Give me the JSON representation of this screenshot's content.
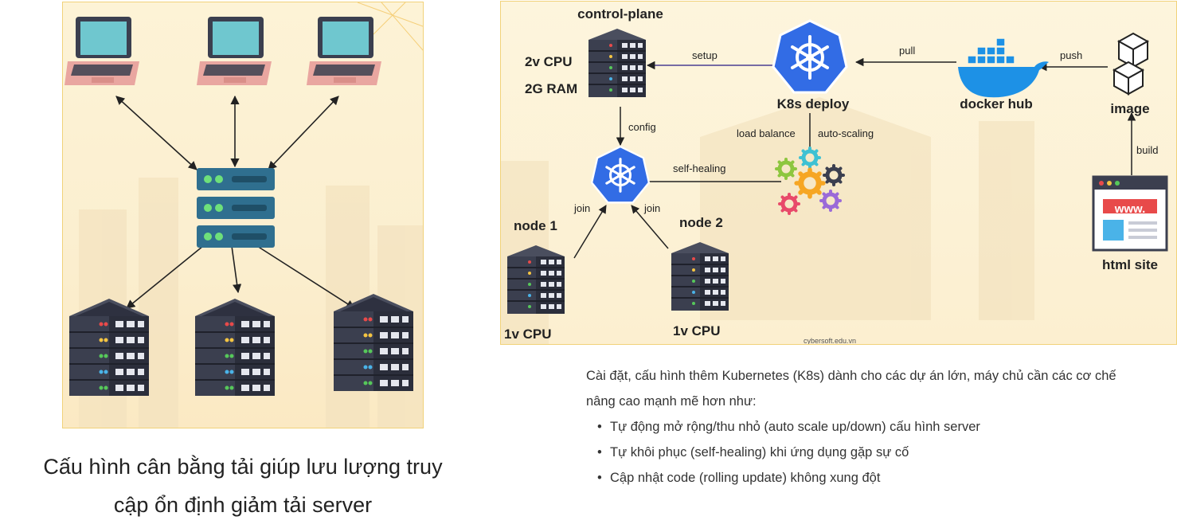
{
  "left": {
    "caption_line1": "Cấu hình cân bằng tải giúp lưu lượng truy",
    "caption_line2": "cập ổn định giảm tải server"
  },
  "right": {
    "control_plane": "control-plane",
    "cpu_2v": "2v CPU",
    "ram_2g": "2G RAM",
    "k8s_deploy": "K8s deploy",
    "docker_hub": "docker hub",
    "image": "image",
    "html_site": "html site",
    "www": "www.",
    "node1": "node 1",
    "node2": "node 2",
    "cpu_1v_a": "1v CPU",
    "cpu_1v_b": "1v CPU",
    "edge_setup": "setup",
    "edge_pull": "pull",
    "edge_push": "push",
    "edge_config": "config",
    "edge_load_balance": "load balance",
    "edge_auto_scaling": "auto-scaling",
    "edge_self_healing": "self-healing",
    "edge_join1": "join",
    "edge_join2": "join",
    "edge_build": "build",
    "watermark": "cybersoft.edu.vn"
  },
  "description": {
    "intro": "Cài đặt, cấu hình thêm Kubernetes (K8s) dành cho các dự án lớn, máy chủ cần các cơ chế nâng cao mạnh mẽ hơn như:",
    "bullets": [
      "Tự động mở rộng/thu nhỏ (auto scale up/down) cấu hình server",
      "Tự khôi phục (self-healing) khi ứng dụng gặp sự cố",
      "Cập nhật code (rolling update) không xung đột"
    ]
  },
  "colors": {
    "k8s_blue": "#326ce5",
    "docker_blue": "#1d91e6",
    "server_dark": "#3b3f4f",
    "laptop_pink": "#e9a6a0",
    "laptop_screen": "#6fc7cf",
    "lb_teal": "#2f6f8f",
    "gear_orange": "#f6a623"
  }
}
